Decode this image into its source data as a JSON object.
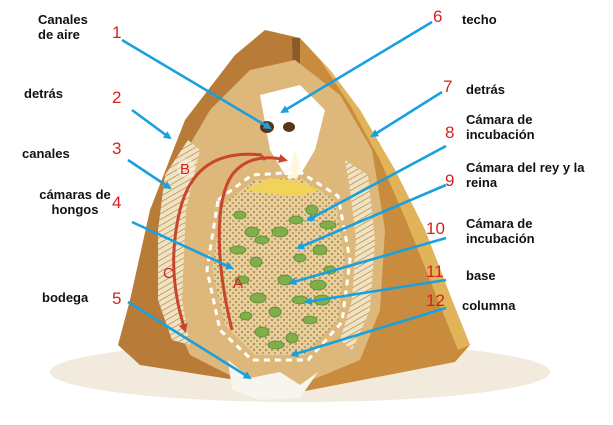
{
  "colors": {
    "arrow": "#1aa0dd",
    "number": "#d62020",
    "wall": "#b87b38",
    "wall_dark": "#8c5a26",
    "wall_right": "#e2b45a",
    "inner": "#ddb87a",
    "fungus": "#7fae4a",
    "circulation": "#c8462b"
  },
  "labels": {
    "l1": "Canales\nde aire",
    "l2": "detrás",
    "l3": "canales",
    "l4": "cámaras de\nhongos",
    "l5": "bodega",
    "l6": "techo",
    "l7": "detrás",
    "l8": "Cámara de\nincubación",
    "l9": "Cámara del rey y la\nreina",
    "l10": "Cámara de\nincubación",
    "l11": "base",
    "l12": "columna"
  },
  "numbers": {
    "n1": "1",
    "n2": "2",
    "n3": "3",
    "n4": "4",
    "n5": "5",
    "n6": "6",
    "n7": "7",
    "n8": "8",
    "n9": "9",
    "n10": "10",
    "n11": "11",
    "n12": "12"
  },
  "circulation_letters": {
    "a": "A",
    "b": "B",
    "c": "C"
  },
  "icons": {
    "arrow": "callout-arrow-icon"
  }
}
